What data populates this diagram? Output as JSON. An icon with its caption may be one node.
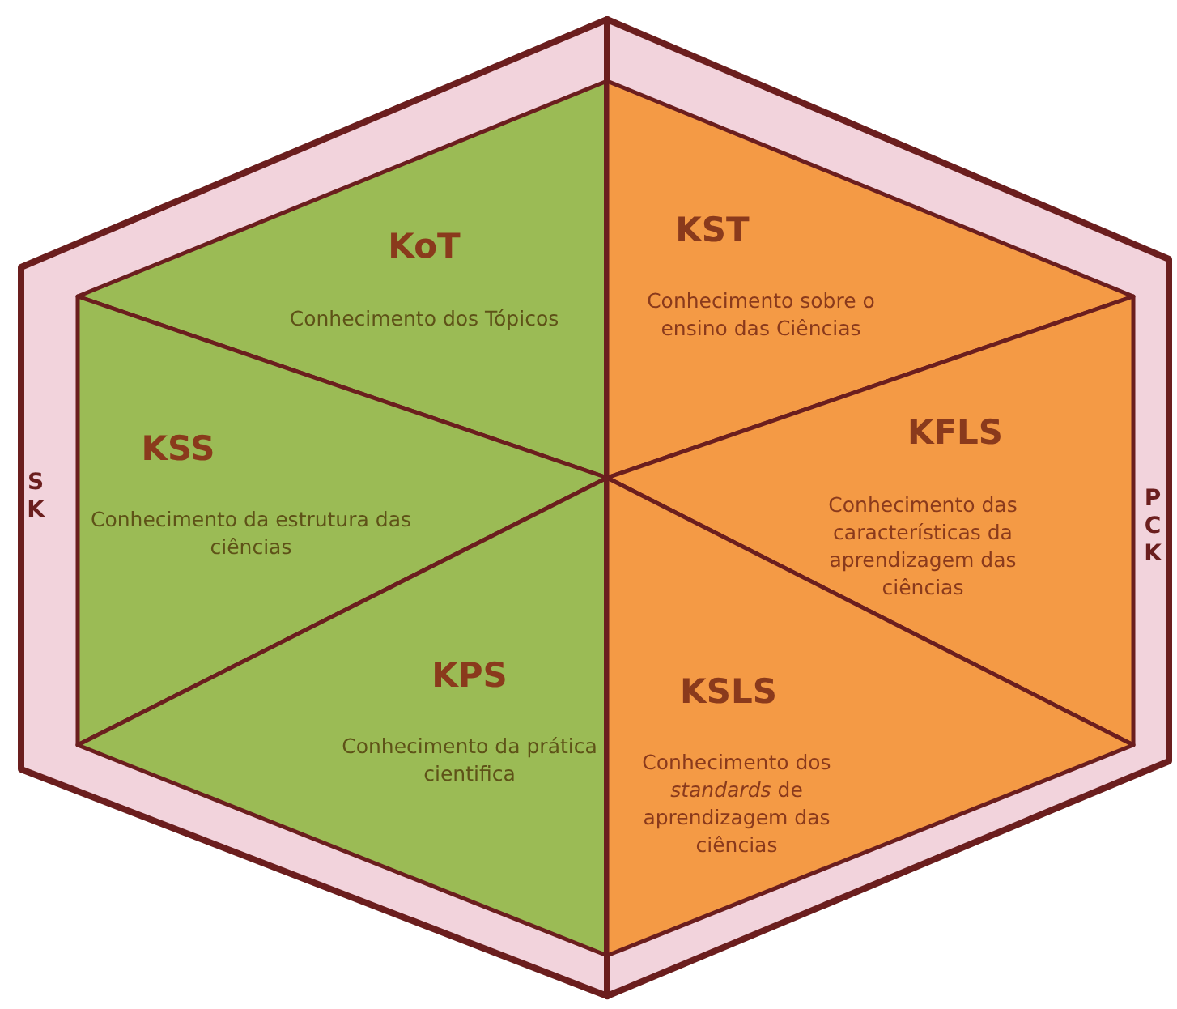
{
  "diagram": {
    "nodes": [
      {
        "text": [
          "S K"
        ]
      },
      {
        "text": [
          "P C K"
        ]
      },
      {
        "text": [
          "KoT",
          "Conhecimento dos Tópicos"
        ],
        "in": 0
      },
      {
        "text": [
          "KSS",
          "Conhecimento da estrutura das ciências"
        ],
        "in": 0
      },
      {
        "text": [
          "KPS",
          "Conhecimento da prática cientifica"
        ],
        "in": 0
      },
      {
        "text": [
          "KST",
          "Conhecimento sobre o ensino das Ciências"
        ],
        "in": 1
      },
      {
        "text": [
          "KFLS",
          "Conhecimento das características da aprendizagem das ciências"
        ],
        "in": 1
      },
      {
        "text": [
          "KSLS",
          "Conhecimento dos *standards* de aprendizagem das ciências"
        ],
        "in": 1
      }
    ],
    "edges": []
  }
}
